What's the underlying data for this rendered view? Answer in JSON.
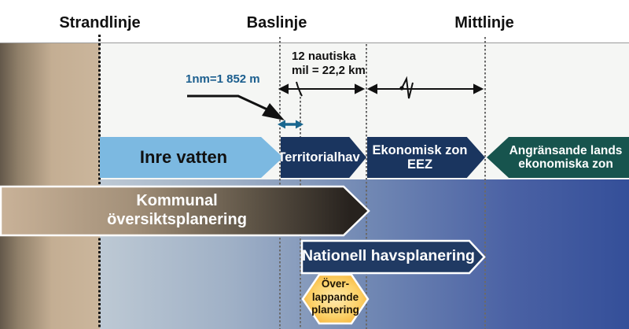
{
  "header": {
    "strandlinje": "Strandlinje",
    "baslinje": "Baslinje",
    "mittlinje": "Mittlinje"
  },
  "annotations": {
    "nautical_mile_label": "1nm=1 852 m",
    "twelve_nm_line1": "12 nautiska",
    "twelve_nm_line2": "mil = 22,2 km"
  },
  "zones": {
    "inre_vatten": "Inre vatten",
    "territorialhav": "Territorialhav",
    "ekonomisk_line1": "Ekonomisk zon",
    "ekonomisk_line2": "EEZ",
    "angransande_line1": "Angränsande lands",
    "angransande_line2": "ekonomiska zon"
  },
  "planning": {
    "kommunal_line1": "Kommunal",
    "kommunal_line2": "översiktsplanering",
    "nationell": "Nationell havsplanering",
    "overlap_line1": "Över-",
    "overlap_line2": "lappande",
    "overlap_line3": "planering"
  },
  "colors": {
    "inner_water_blue": "#7cb9e1",
    "navy_zone": "#1a355f",
    "teal_zone": "#17544e",
    "nationell_navy": "#203a63",
    "hexagon_yellow": "#f7b32f",
    "callout_blue": "#1b5e8e",
    "land_tan": "#c4ae93",
    "sea_dark_blue": "#344f99"
  }
}
